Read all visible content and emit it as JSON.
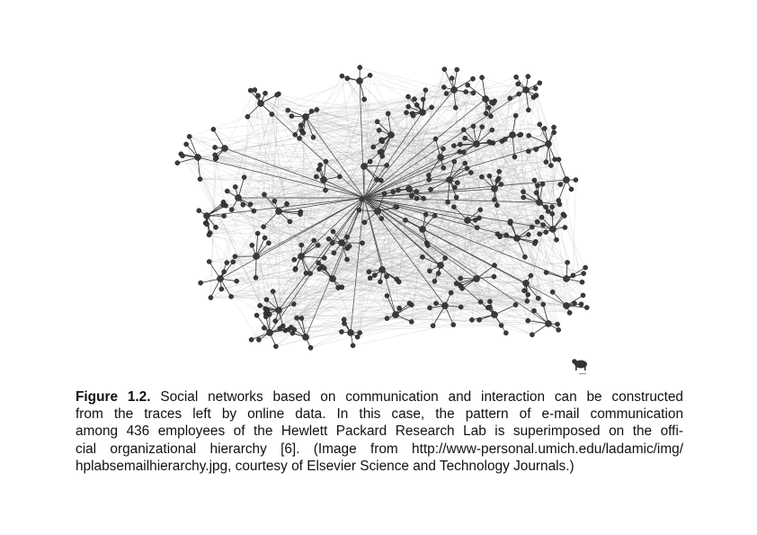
{
  "figure": {
    "caption_label": "Figure 1.2.",
    "caption_lines": [
      "Social networks based on communication and interaction can be constructed",
      "from the traces left by online data. In this case, the pattern of e-mail communication",
      "among 436 employees of the Hewlett Packard Research Lab is superimposed on the offi-",
      "cial organizational hierarchy [6]. (Image from http://www-personal.umich.edu/ladamic/img/",
      "hplabsemailhierarchy.jpg, courtesy of Elsevier Science and Technology Journals.)"
    ],
    "node_color": "#3a3a3a",
    "edge_color": "#9a9a9a",
    "logo_icon": "animal-silhouette-icon"
  }
}
